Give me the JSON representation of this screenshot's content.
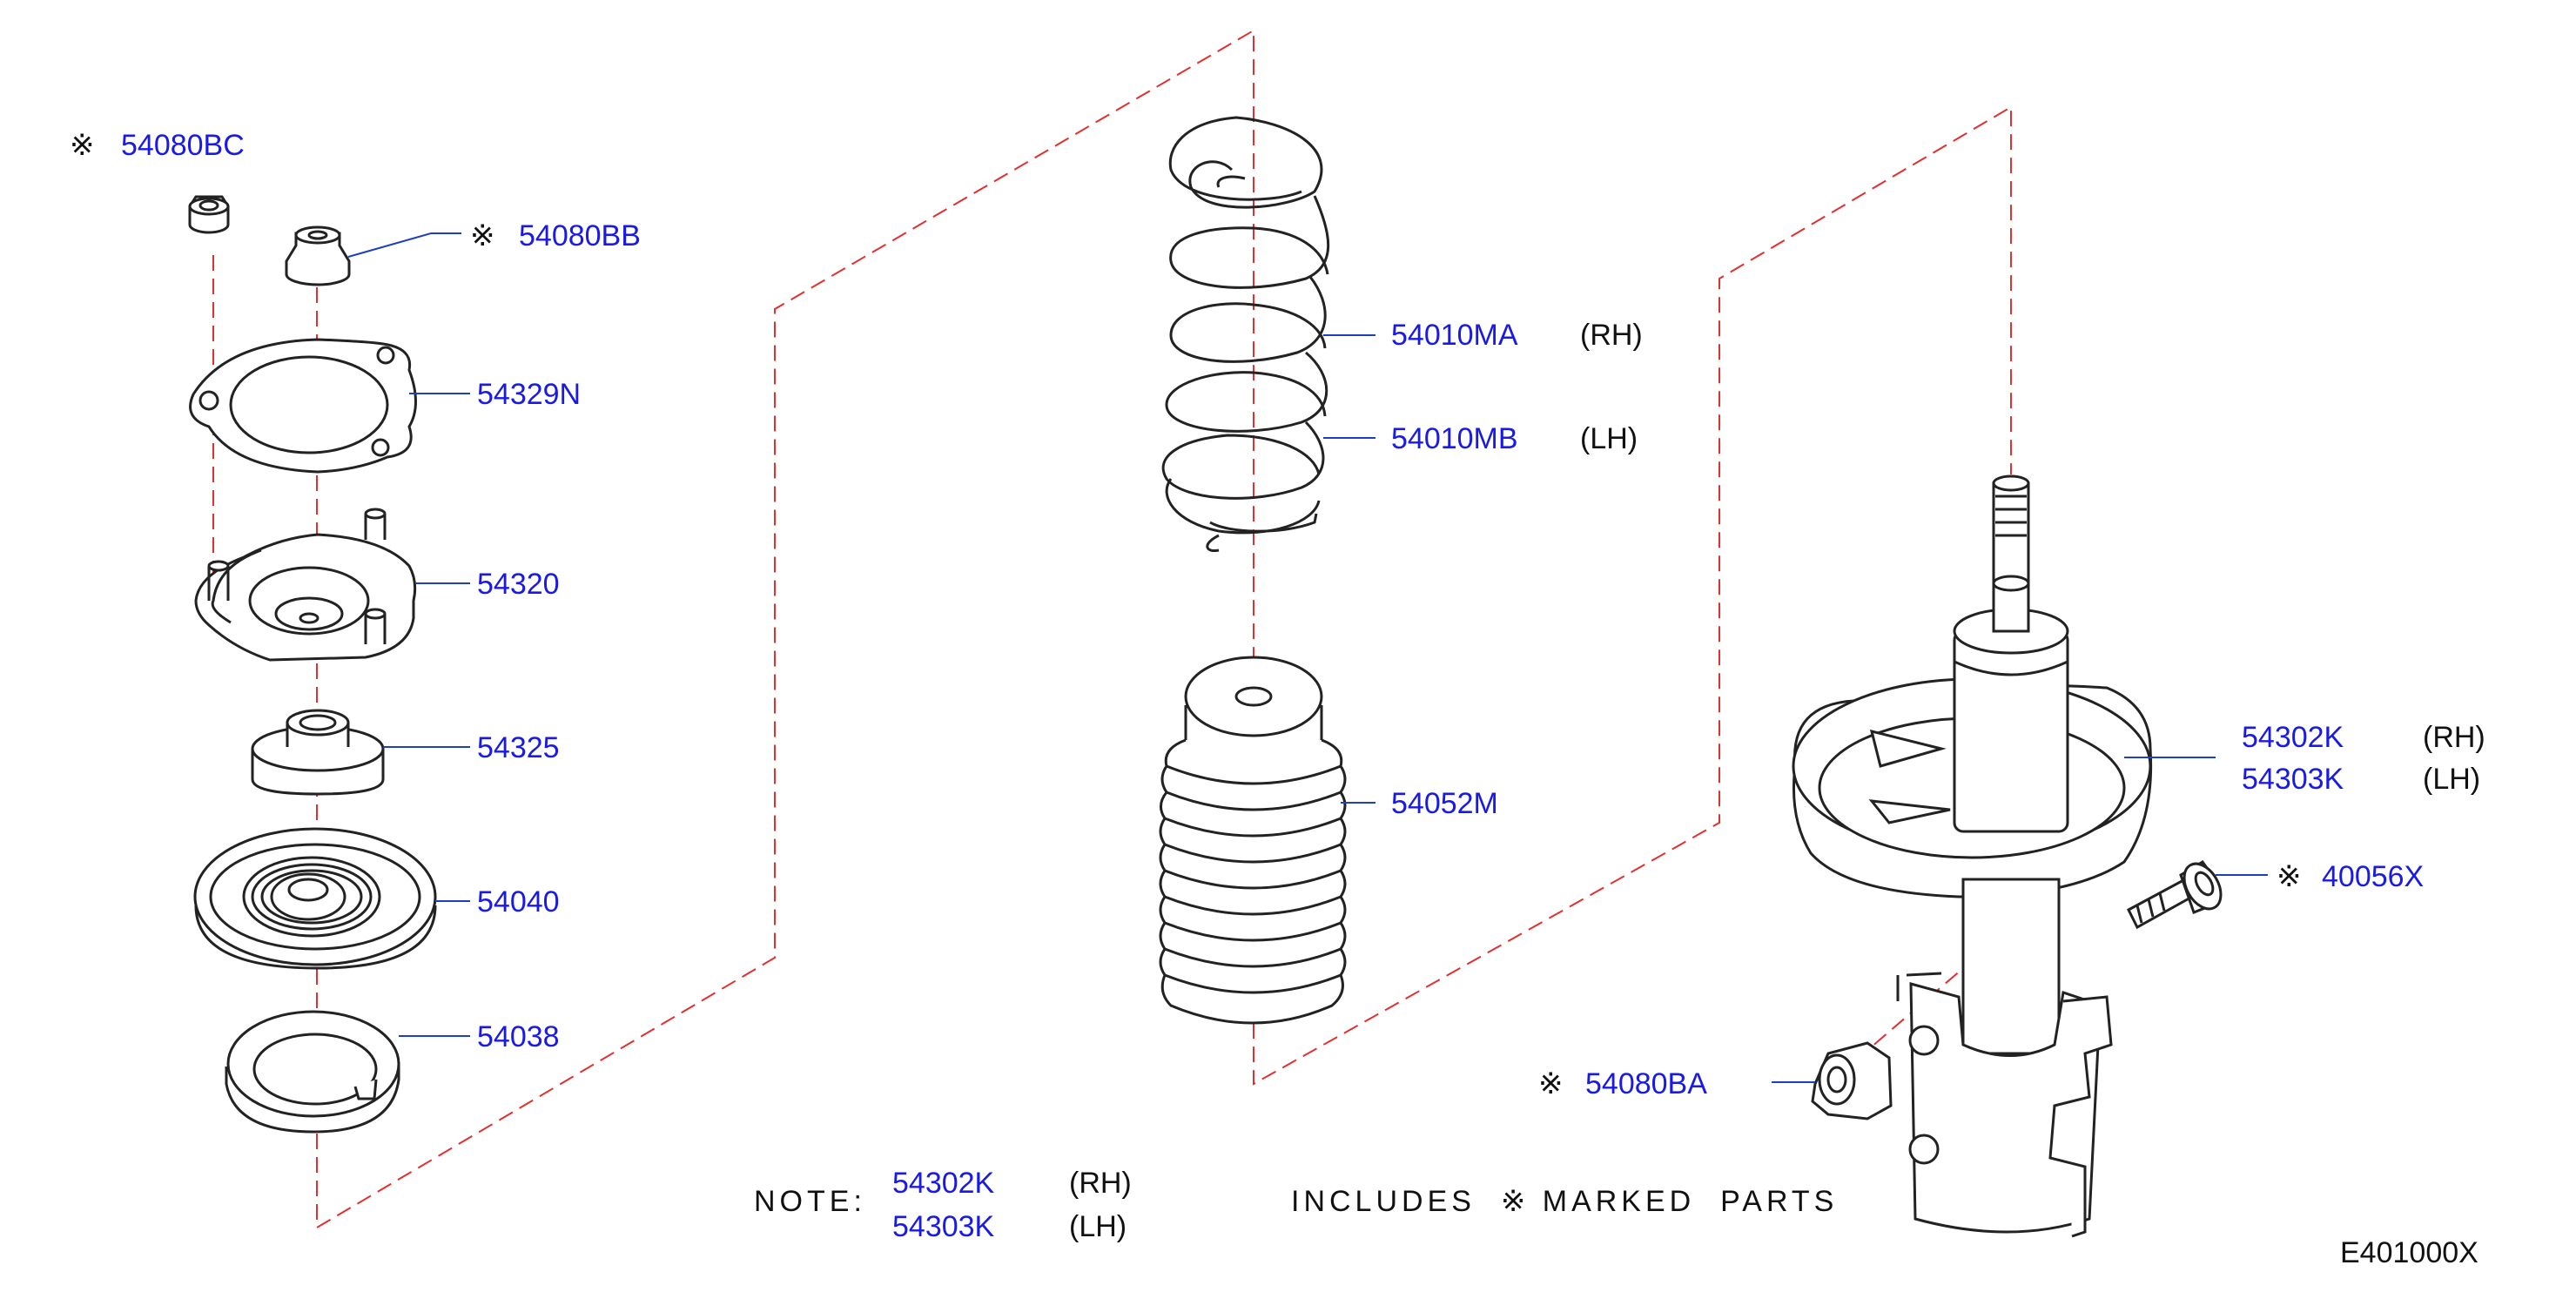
{
  "colors": {
    "part_number": "#1a1ae6",
    "leader_line": "#1f3fbf",
    "center_line": "#e03030",
    "outline": "#222222"
  },
  "callouts": [
    {
      "id": "54080BC",
      "mark": "※",
      "part_number": "54080BC"
    },
    {
      "id": "54080BB",
      "mark": "※",
      "part_number": "54080BB"
    },
    {
      "id": "54329N",
      "part_number": "54329N"
    },
    {
      "id": "54320",
      "part_number": "54320"
    },
    {
      "id": "54325",
      "part_number": "54325"
    },
    {
      "id": "54040",
      "part_number": "54040"
    },
    {
      "id": "54038",
      "part_number": "54038"
    },
    {
      "id": "54010MA",
      "part_number": "54010MA",
      "side": "(RH)"
    },
    {
      "id": "54010MB",
      "part_number": "54010MB",
      "side": "(LH)"
    },
    {
      "id": "54052M",
      "part_number": "54052M"
    },
    {
      "id": "54302K",
      "part_number": "54302K",
      "side": "(RH)"
    },
    {
      "id": "54303K",
      "part_number": "54303K",
      "side": "(LH)"
    },
    {
      "id": "40056X",
      "mark": "※",
      "part_number": "40056X"
    },
    {
      "id": "54080BA",
      "mark": "※",
      "part_number": "54080BA"
    }
  ],
  "note": {
    "label": "NOTE:",
    "items": [
      {
        "part_number": "54302K",
        "side": "(RH)"
      },
      {
        "part_number": "54303K",
        "side": "(LH)"
      }
    ],
    "includes_text": "INCLUDES  ※ MARKED  PARTS"
  },
  "diagram_code": "E401000X"
}
